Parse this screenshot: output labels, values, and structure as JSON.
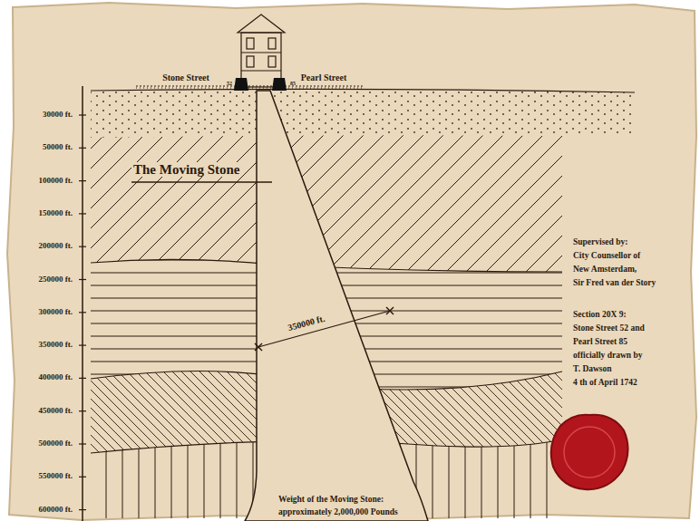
{
  "diagram": {
    "labels": [
      "Stone Street",
      "Pearl Street",
      "52",
      "85",
      "30000 ft.",
      "50000 ft.",
      "100000 ft.",
      "150000 ft.",
      "200000 ft.",
      "250000 ft.",
      "300000 ft.",
      "350000 ft.",
      "400000 ft.",
      "450000 ft.",
      "500000 ft.",
      "550000 ft.",
      "600000 ft.",
      "The Moving Stone",
      "350000 ft.",
      "Weight of the Moving Stone:",
      "approximately 2,000,000 Pounds",
      "Supervised by:",
      "City Counsellor of",
      "New Amsterdam,",
      "Sir Fred van der Story",
      "Section 20X 9:",
      "Stone Street 52 and",
      "Pearl Street 85",
      "officially drawn by",
      "T. Dawson",
      "4 th of April 1742"
    ]
  }
}
